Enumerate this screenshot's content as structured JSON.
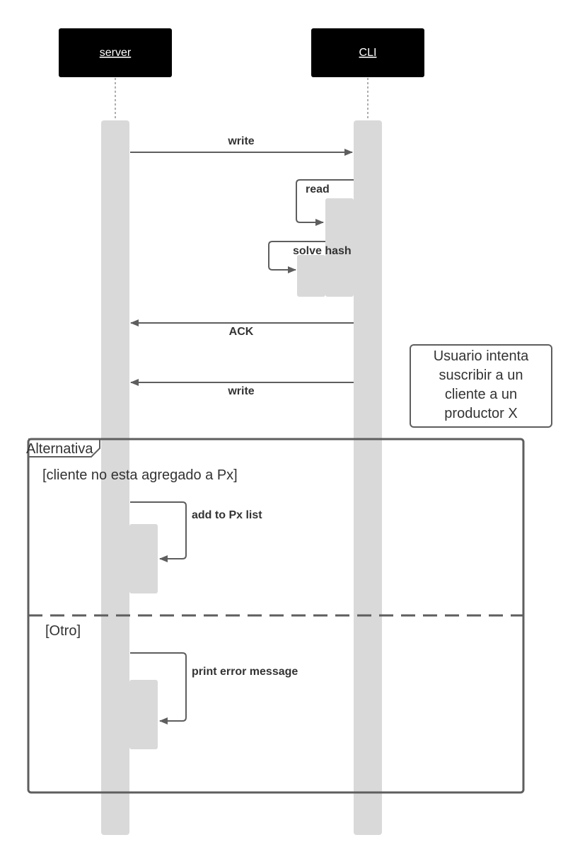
{
  "participants": [
    {
      "name": "server"
    },
    {
      "name": "CLI"
    }
  ],
  "messages": [
    {
      "label": "write",
      "from": "server",
      "to": "CLI"
    },
    {
      "label": "read",
      "from": "CLI",
      "to": "CLI"
    },
    {
      "label": "solve hash",
      "from": "CLI",
      "to": "CLI"
    },
    {
      "label": "ACK",
      "from": "CLI",
      "to": "server"
    },
    {
      "label": "write",
      "from": "CLI",
      "to": "server"
    },
    {
      "label": "add to Px list",
      "from": "server",
      "to": "server"
    },
    {
      "label": "print error message",
      "from": "server",
      "to": "server"
    }
  ],
  "note": {
    "lines": [
      "Usuario intenta",
      "suscribir a un",
      "cliente a un",
      "productor X"
    ]
  },
  "frame": {
    "title": "Alternativa",
    "guards": [
      "[cliente no esta agregado a Px]",
      "[Otro]"
    ]
  },
  "colors": {
    "participant_fill": "#000000",
    "lifeline_bar": "#d9d9d9",
    "line": "#5e5e5e",
    "text": "#333333"
  }
}
